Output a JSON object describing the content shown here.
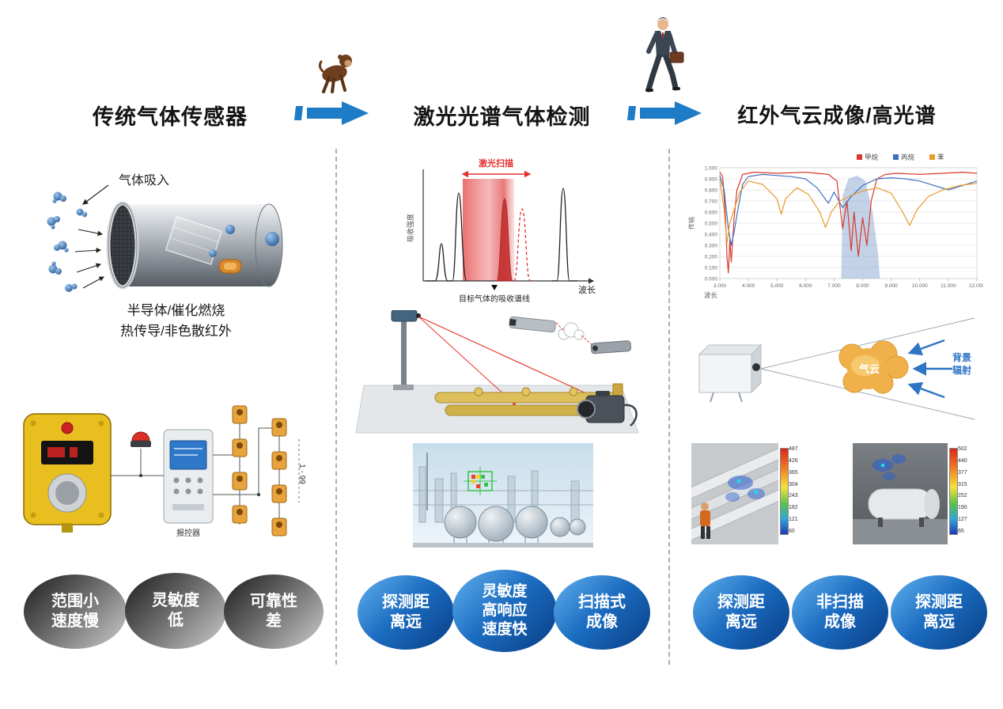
{
  "headers": {
    "traditional": "传统气体传感器",
    "laser": "激光光谱气体检测",
    "infrared": "红外气云成像/高光谱"
  },
  "traditional": {
    "intake_label": "气体吸入",
    "tech_lines": [
      "半导体/催化燃烧",
      "热传导/非色散红外"
    ],
    "wiring": {
      "count_label": "1 - 99",
      "controller_label": "报控器"
    },
    "badges": [
      {
        "lines": [
          "范围小",
          "速度慢"
        ]
      },
      {
        "lines": [
          "灵敏度",
          "低"
        ]
      },
      {
        "lines": [
          "可靠性",
          "差"
        ]
      }
    ]
  },
  "laser": {
    "spectrum": {
      "scan_label": "激光扫描",
      "xlabel": "波长",
      "ylabel": "吸收强度",
      "note": "目标气体的吸收谱线"
    },
    "badges": [
      {
        "lines": [
          "探测距",
          "离远"
        ]
      },
      {
        "lines": [
          "灵敏度",
          "高响应",
          "速度快"
        ]
      },
      {
        "lines": [
          "扫描式",
          "成像"
        ]
      }
    ]
  },
  "infrared": {
    "cloud_scene": {
      "cloud_label": "气云",
      "radiation_lines": [
        "背景",
        "辐射"
      ]
    },
    "thermal_left": {
      "scale": [
        "487",
        "426",
        "365",
        "304",
        "243",
        "182",
        "121",
        "60"
      ]
    },
    "thermal_right": {
      "scale": [
        "502",
        "440",
        "377",
        "315",
        "252",
        "190",
        "127",
        "65"
      ]
    },
    "badges": [
      {
        "lines": [
          "探测距",
          "离远"
        ]
      },
      {
        "lines": [
          "非扫描",
          "成像"
        ]
      },
      {
        "lines": [
          "探测距",
          "离远"
        ]
      }
    ]
  },
  "chart_data": {
    "type": "line",
    "title": "",
    "xlabel": "波长",
    "ylabel": "传输",
    "xlim": [
      3.0,
      12.0
    ],
    "ylim": [
      0.0,
      1.0
    ],
    "grid": true,
    "legend_position": "top",
    "x_ticks": [
      "3.000",
      "4.000",
      "5.000",
      "6.000",
      "7.000",
      "8.000",
      "9.000",
      "10.000",
      "11.000",
      "12.000"
    ],
    "y_ticks": [
      "1.000",
      "0.900",
      "0.800",
      "0.700",
      "0.600",
      "0.500",
      "0.400",
      "0.300",
      "0.200",
      "0.100",
      "0.000"
    ],
    "series": [
      {
        "name": "甲烷",
        "color": "#d93a2b",
        "x": [
          3.0,
          3.1,
          3.2,
          3.25,
          3.3,
          3.35,
          3.4,
          3.5,
          3.6,
          3.8,
          4.2,
          5.0,
          6.0,
          6.8,
          7.1,
          7.3,
          7.45,
          7.6,
          7.7,
          7.85,
          8.0,
          8.15,
          8.3,
          8.5,
          8.8,
          9.2,
          10.0,
          10.8,
          11.5,
          12.0
        ],
        "y": [
          0.96,
          0.92,
          0.55,
          0.2,
          0.05,
          0.35,
          0.15,
          0.55,
          0.8,
          0.94,
          0.96,
          0.95,
          0.96,
          0.94,
          0.88,
          0.45,
          0.7,
          0.25,
          0.6,
          0.2,
          0.55,
          0.3,
          0.7,
          0.9,
          0.94,
          0.95,
          0.94,
          0.95,
          0.96,
          0.95
        ]
      },
      {
        "name": "丙烷",
        "color": "#3f6fc0",
        "x": [
          3.0,
          3.15,
          3.3,
          3.4,
          3.5,
          3.65,
          3.8,
          4.0,
          4.5,
          5.0,
          5.5,
          6.0,
          6.4,
          6.8,
          7.0,
          7.3,
          7.6,
          8.0,
          8.5,
          9.0,
          9.5,
          10.0,
          10.5,
          11.0,
          11.5,
          12.0
        ],
        "y": [
          0.93,
          0.8,
          0.45,
          0.3,
          0.42,
          0.65,
          0.85,
          0.92,
          0.94,
          0.93,
          0.92,
          0.9,
          0.82,
          0.68,
          0.78,
          0.64,
          0.74,
          0.84,
          0.9,
          0.91,
          0.9,
          0.88,
          0.84,
          0.8,
          0.84,
          0.88
        ]
      },
      {
        "name": "苯",
        "color": "#e89b2d",
        "x": [
          3.0,
          3.15,
          3.25,
          3.35,
          3.5,
          3.7,
          4.0,
          4.5,
          5.0,
          5.15,
          5.3,
          5.7,
          6.1,
          6.5,
          6.7,
          6.9,
          7.2,
          7.6,
          8.0,
          8.5,
          9.0,
          9.4,
          9.65,
          9.9,
          10.3,
          10.8,
          11.4,
          12.0
        ],
        "y": [
          0.9,
          0.62,
          0.32,
          0.5,
          0.62,
          0.78,
          0.88,
          0.85,
          0.72,
          0.58,
          0.72,
          0.82,
          0.76,
          0.6,
          0.46,
          0.6,
          0.7,
          0.75,
          0.79,
          0.82,
          0.77,
          0.6,
          0.48,
          0.62,
          0.74,
          0.8,
          0.84,
          0.86
        ]
      }
    ],
    "shaded_region": {
      "x": [
        7.25,
        7.3,
        7.5,
        7.8,
        8.1,
        8.35,
        8.55,
        8.6
      ],
      "y": [
        0,
        0.75,
        0.9,
        0.93,
        0.88,
        0.6,
        0.2,
        0
      ]
    }
  },
  "colors": {
    "arrow_blue": "#1e7cc6",
    "laser_red": "#e8372c",
    "badge_blue_dark": "#083d84",
    "badge_gray_dark": "#1c1c1c"
  }
}
